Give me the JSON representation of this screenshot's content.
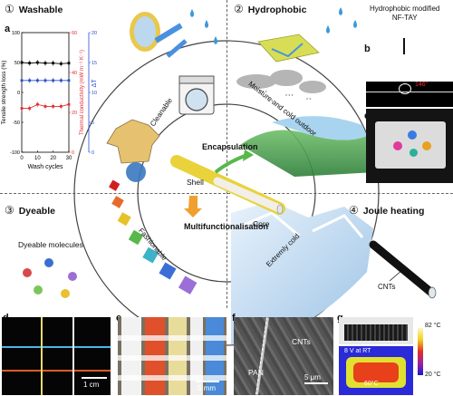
{
  "sections": {
    "washable": {
      "num": "①",
      "title": "Washable"
    },
    "hydrophobic": {
      "num": "②",
      "title": "Hydrophobic"
    },
    "dyeable": {
      "num": "③",
      "title": "Dyeable"
    },
    "joule": {
      "num": "④",
      "title": "Joule heating"
    }
  },
  "panel_letters": {
    "a": "a",
    "b": "b",
    "c": "c",
    "d": "d",
    "e": "e",
    "f": "f",
    "g": "g"
  },
  "hydro_caption_line1": "Hydrophobic modified",
  "hydro_caption_line2": "NF-TAY",
  "contact_angle": "146°",
  "dyeable_molecules": "Dyeable molecules",
  "cnts_label": "CNTs",
  "center": {
    "encapsulation": "Encapsulation",
    "shell": "Shell",
    "core": "Core",
    "multifunctionalisation": "Multifunctionalisation"
  },
  "ring_labels": {
    "cleanable": "Cleanable",
    "moisture": "Moisture and cold outdoor",
    "fashionable": "Fashionable",
    "extreme_cold": "Extremly cold"
  },
  "scale_bars": {
    "d": "1 cm",
    "e": "5 mm",
    "f": "5 μm"
  },
  "sem_labels": {
    "cnts": "CNTs",
    "pan": "PAN"
  },
  "thermal": {
    "max": "82 °C",
    "min": "20 °C",
    "condition": "8 V at RT",
    "temp": "60°C"
  },
  "chart_data": {
    "type": "line",
    "x": [
      0,
      5,
      10,
      15,
      20,
      25,
      30
    ],
    "xlabel": "Wash cycles",
    "xticks": [
      "0",
      "10",
      "20",
      "30"
    ],
    "xlim": [
      0,
      30
    ],
    "series": [
      {
        "axis": "left",
        "color": "#000000",
        "values": [
          50,
          49,
          50,
          49,
          49,
          48,
          49
        ]
      },
      {
        "axis": "right1",
        "color": "#e03030",
        "values": [
          22,
          22,
          24,
          23,
          23,
          23,
          24
        ]
      },
      {
        "axis": "right2",
        "color": "#2a4fd0",
        "values": [
          12,
          12,
          12,
          12,
          12,
          12,
          12
        ]
      }
    ],
    "axes": [
      {
        "name": "left",
        "label": "Tensile strength loss (%)",
        "ylim": [
          -100,
          100
        ],
        "ticks": [
          "-100",
          "-50",
          "0",
          "50",
          "100"
        ]
      },
      {
        "name": "right1",
        "label": "Thermal conductivity (mW m⁻¹ K⁻¹)",
        "ylim": [
          0,
          60
        ],
        "ticks": [
          "0",
          "20",
          "40",
          "60"
        ]
      },
      {
        "name": "right2",
        "label": "ΔT",
        "ylim": [
          0,
          20
        ],
        "ticks": [
          "0",
          "5",
          "10",
          "15",
          "20"
        ]
      }
    ]
  }
}
